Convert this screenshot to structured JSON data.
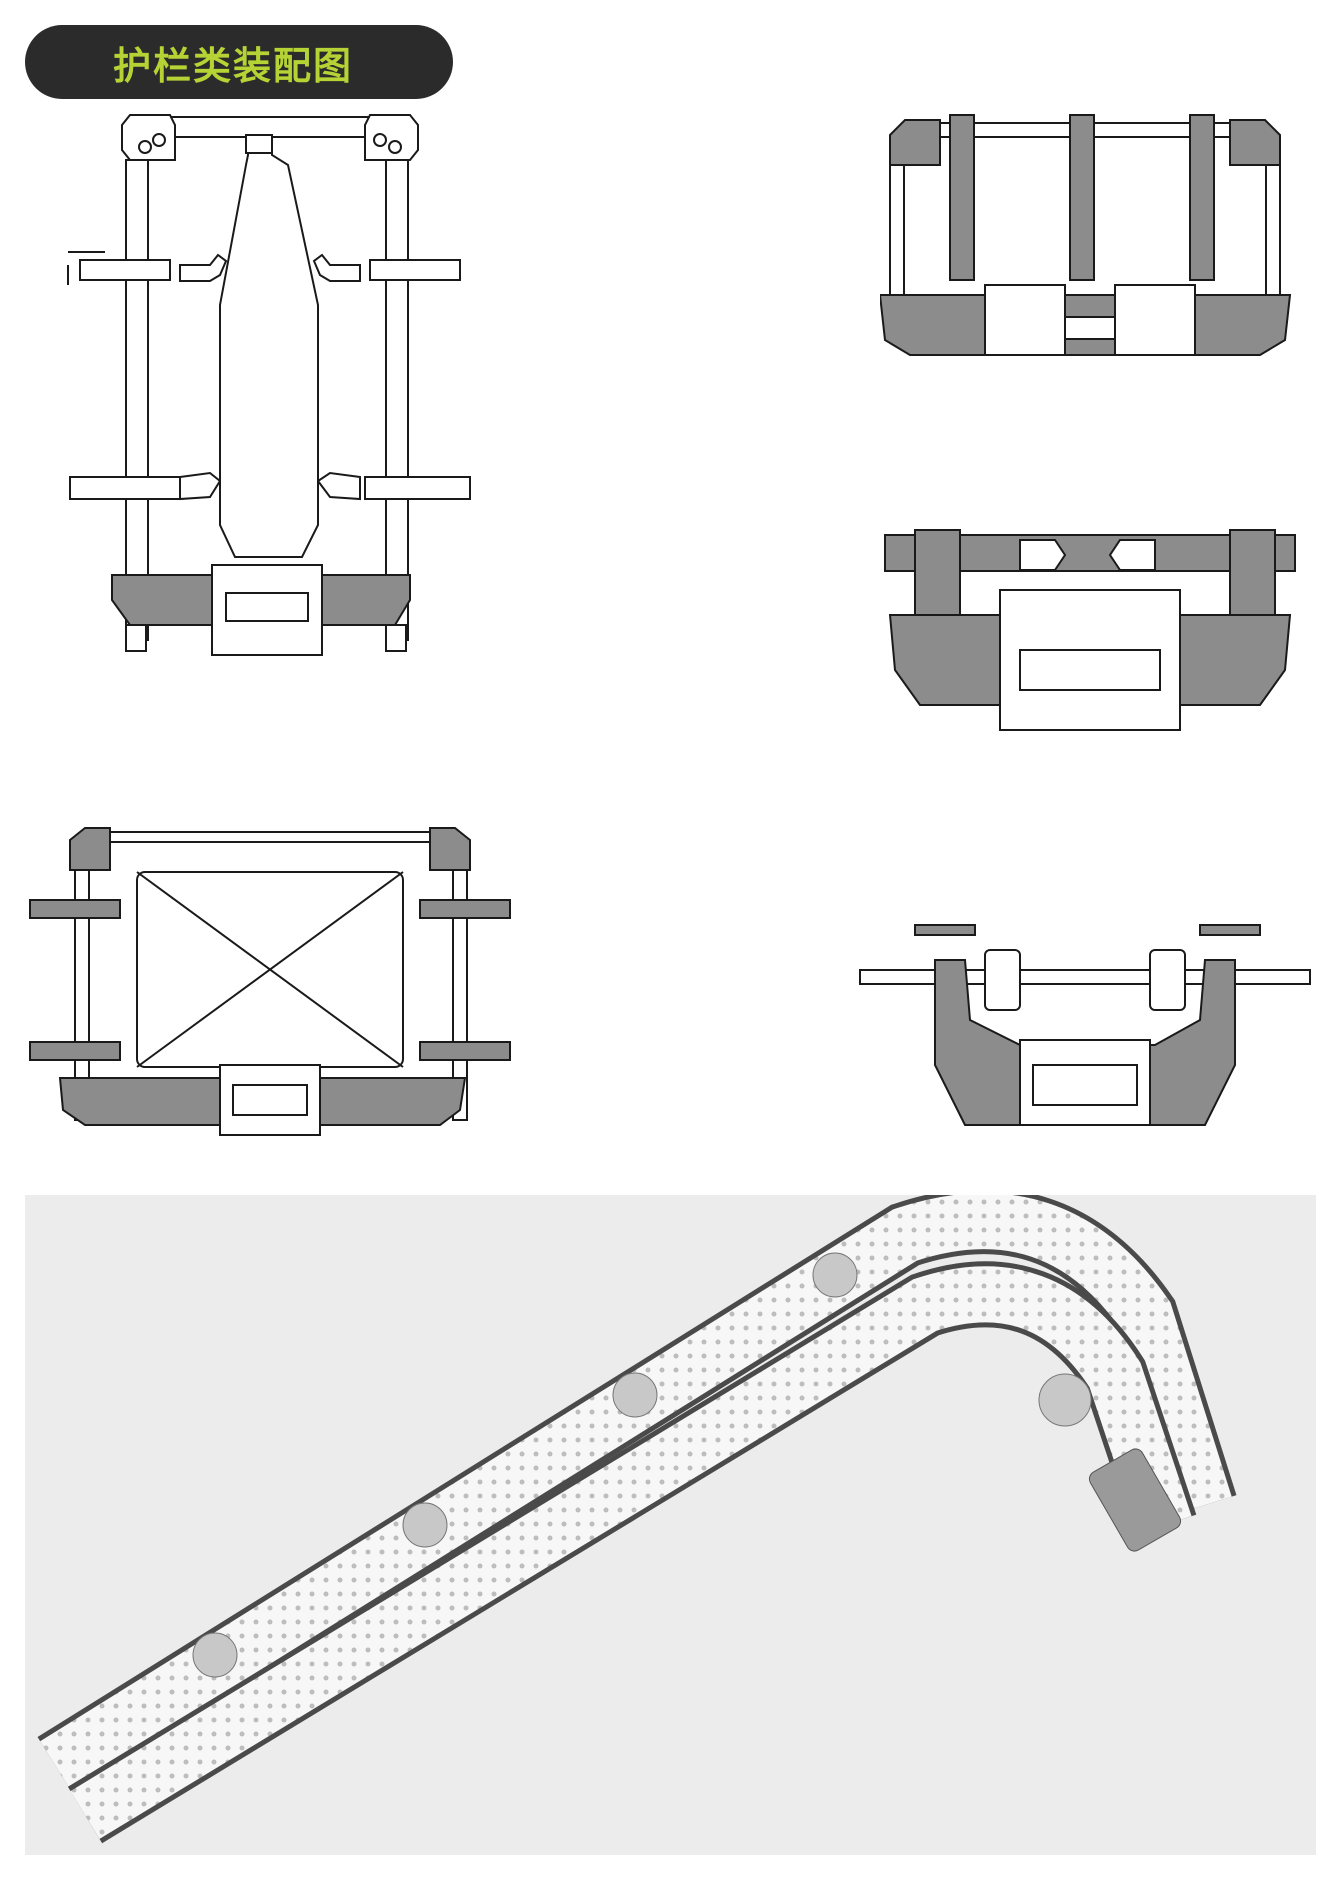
{
  "header": {
    "title": "护栏类装配图"
  },
  "figures": [
    {
      "name": "bottle-guardrail-drawing"
    },
    {
      "name": "three-arm-guardrail-drawing"
    },
    {
      "name": "side-guide-bracket-drawing"
    },
    {
      "name": "box-guardrail-drawing"
    },
    {
      "name": "u-bracket-drawing"
    }
  ],
  "photo": {
    "name": "curved-conveyor-render"
  },
  "colors": {
    "title_background": "#2b2b2b",
    "title_text": "#b5d334",
    "part_fill": "#8c8c8c",
    "outline": "#1a1a1a"
  }
}
